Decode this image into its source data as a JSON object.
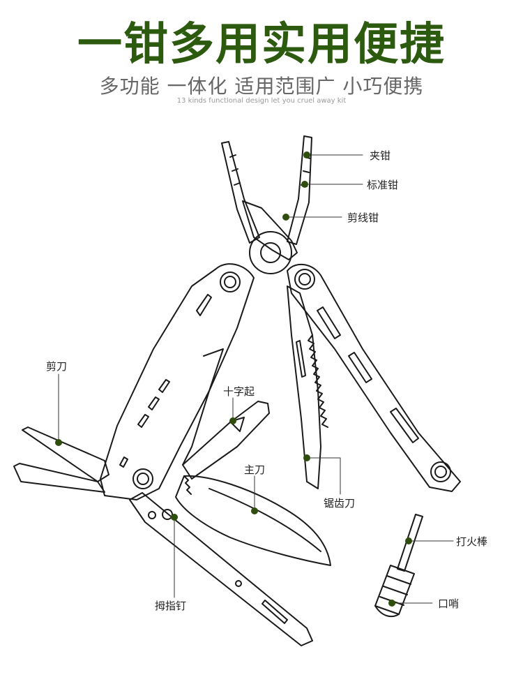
{
  "header": {
    "title": "一钳多用实用便捷",
    "subtitle": "多功能 一体化 适用范围广 小巧便携",
    "caption": "13 kinds functlonal design let you cruel away kit"
  },
  "callouts": {
    "clamp_pliers": "夹钳",
    "standard_pliers": "标准钳",
    "wire_cutter": "剪线钳",
    "scissors": "剪刀",
    "phillips_driver": "十字起",
    "main_blade": "主刀",
    "saw_blade": "锯齿刀",
    "thumb_stud": "拇指钉",
    "fire_starter": "打火棒",
    "whistle": "口哨"
  },
  "colors": {
    "title": "#2c5a0f",
    "marker": "#2f4d0d",
    "outline": "#1a1a1a"
  }
}
